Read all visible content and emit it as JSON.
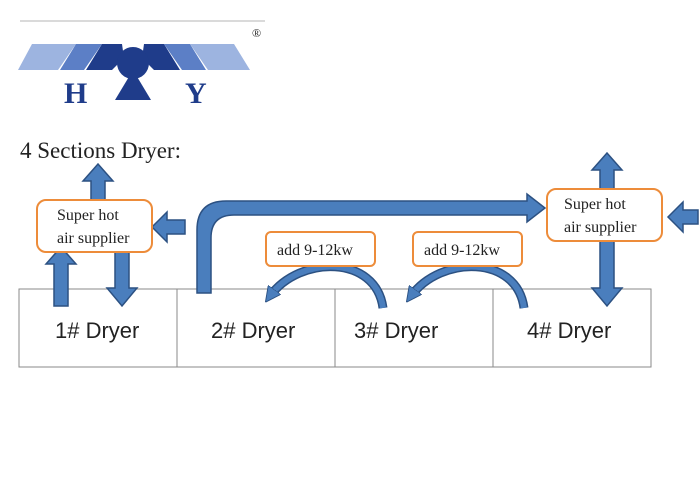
{
  "logo": {
    "left_letter": "H",
    "right_letter": "Y",
    "registered_mark": "®",
    "colors": {
      "dark": "#1f3c8a",
      "mid": "#5c7fc6",
      "light": "#9db4e0"
    }
  },
  "title": "4 Sections Dryer:",
  "suppliers": [
    {
      "line1": "Super hot",
      "line2": "air supplier"
    },
    {
      "line1": "Super hot",
      "line2": "air supplier"
    }
  ],
  "heaters": [
    {
      "label": "add 9-12kw"
    },
    {
      "label": "add 9-12kw"
    }
  ],
  "dryers": [
    {
      "label": "1# Dryer"
    },
    {
      "label": "2# Dryer"
    },
    {
      "label": "3# Dryer"
    },
    {
      "label": "4# Dryer"
    }
  ],
  "colors": {
    "arrow_fill": "#4a7ebd",
    "arrow_stroke": "#2c5182",
    "box_border": "#ed8c3a",
    "dryer_border": "#8a8a8a",
    "header_rule": "#b5b5b5"
  }
}
